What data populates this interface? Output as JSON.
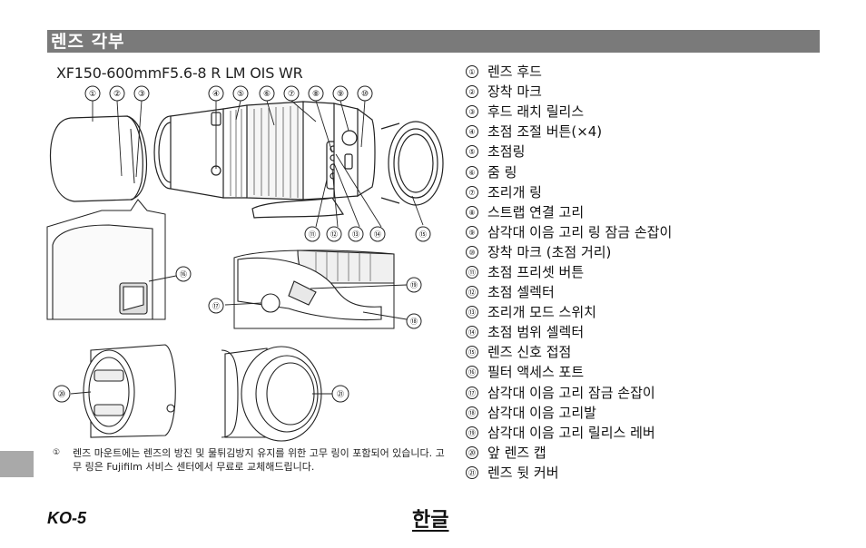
{
  "header": {
    "title": "렌즈 각부"
  },
  "model": "XF150-600mmF5.6-8 R LM OIS WR",
  "callouts": [
    "①",
    "②",
    "③",
    "④",
    "⑤",
    "⑥",
    "⑦",
    "⑧",
    "⑨",
    "⑩",
    "⑪",
    "⑫",
    "⑬",
    "⑭",
    "⑮",
    "⑯",
    "⑰",
    "⑱",
    "⑲",
    "⑳",
    "㉑"
  ],
  "parts": [
    {
      "num": "①",
      "label": "렌즈 후드"
    },
    {
      "num": "②",
      "label": "장착 마크"
    },
    {
      "num": "③",
      "label": "후드 래치 릴리스"
    },
    {
      "num": "④",
      "label": "초점 조절 버튼(×4)"
    },
    {
      "num": "⑤",
      "label": "초점링"
    },
    {
      "num": "⑥",
      "label": "줌 링"
    },
    {
      "num": "⑦",
      "label": "조리개 링"
    },
    {
      "num": "⑧",
      "label": "스트랩 연결 고리"
    },
    {
      "num": "⑨",
      "label": "삼각대 이음 고리 링 잠금 손잡이"
    },
    {
      "num": "⑩",
      "label": "장착 마크 (초점 거리)"
    },
    {
      "num": "⑪",
      "label": "초점 프리셋 버튼"
    },
    {
      "num": "⑫",
      "label": "초점 셀렉터"
    },
    {
      "num": "⑬",
      "label": "조리개 모드 스위치"
    },
    {
      "num": "⑭",
      "label": "초점 범위 셀렉터"
    },
    {
      "num": "⑮",
      "label": "렌즈 신호 접점"
    },
    {
      "num": "⑯",
      "label": "필터 액세스 포트"
    },
    {
      "num": "⑰",
      "label": "삼각대 이음 고리 잠금 손잡이"
    },
    {
      "num": "⑱",
      "label": "삼각대 이음 고리발"
    },
    {
      "num": "⑲",
      "label": "삼각대 이음 고리 릴리스 레버"
    },
    {
      "num": "⑳",
      "label": "앞 렌즈 캡"
    },
    {
      "num": "㉑",
      "label": "렌즈 뒷 커버"
    }
  ],
  "footnote": {
    "mark": "①",
    "text": "렌즈 마운트에는 렌즈의 방진 및 물튀김방지 유지를 위한 고무 링이 포함되어 있습니다. 고무 링은 Fujifilm 서비스 센터에서 무료로 교체해드립니다."
  },
  "footer": {
    "page": "KO-5",
    "language": "한글"
  }
}
